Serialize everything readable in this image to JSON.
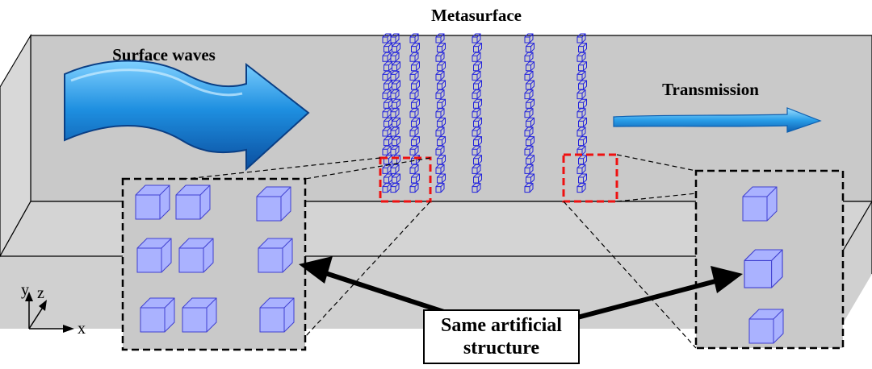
{
  "labels": {
    "metasurface": "Metasurface",
    "surface_waves": "Surface waves",
    "transmission": "Transmission",
    "note_line1": "Same artificial",
    "note_line2": "structure"
  },
  "axes": {
    "x": "x",
    "y": "y",
    "z": "z"
  },
  "colors": {
    "slab_top": "#c8c8c8",
    "slab_side": "#d2d2d2",
    "cell_stroke": "#2222dd",
    "cube_fill": "#aab2ff",
    "cube_stroke": "#4040d0",
    "highlight": "#ee1111",
    "arrow_blue": "#1e8fe0"
  },
  "icons": {
    "input_arrow": "wavy-arrow-icon",
    "output_arrow": "thin-arrow-icon"
  }
}
